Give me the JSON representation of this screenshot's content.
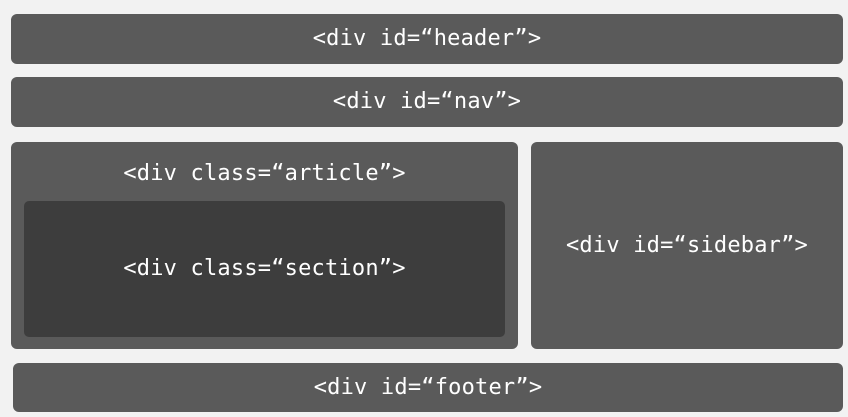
{
  "boxes": {
    "header": "<div id=“header”>",
    "nav": "<div id=“nav”>",
    "article": "<div class=“article”>",
    "section": "<div class=“section”>",
    "sidebar": "<div id=“sidebar”>",
    "footer": "<div id=“footer”>"
  },
  "colors": {
    "background": "#f2f2f2",
    "box": "#5a5a5a",
    "inner_box": "#3d3d3d",
    "text": "#ffffff"
  }
}
